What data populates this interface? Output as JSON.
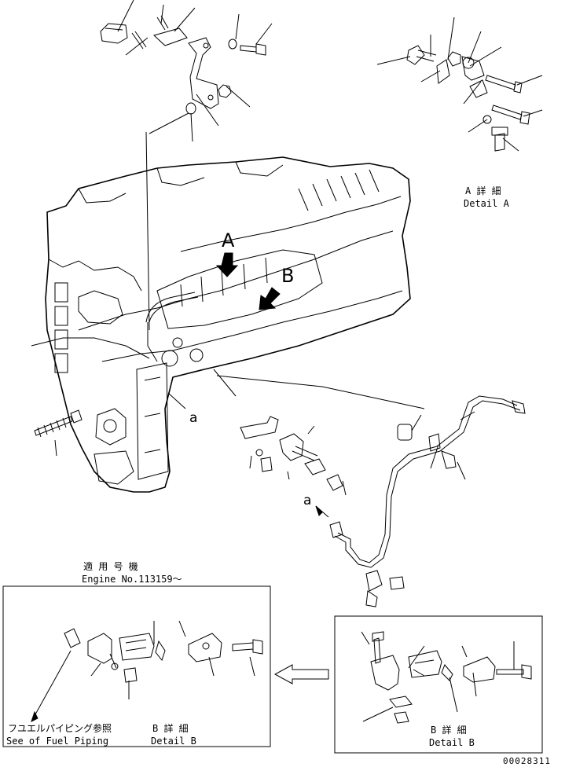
{
  "detail_a": {
    "jp": "A 詳 細",
    "en": "Detail A"
  },
  "callouts": {
    "A": "A",
    "B": "B",
    "a_block": "a",
    "a_arrow": "a"
  },
  "applicable": {
    "jp": "適 用 号 機",
    "en": "Engine No.113159～"
  },
  "inset_left": {
    "ref_jp": "フユエルパイピング参照",
    "ref_en": "See of Fuel Piping",
    "detail_jp": "B 詳 細",
    "detail_en": "Detail B"
  },
  "inset_right": {
    "detail_jp": "B 詳 細",
    "detail_en": "Detail B"
  },
  "drawing_number": "00028311"
}
